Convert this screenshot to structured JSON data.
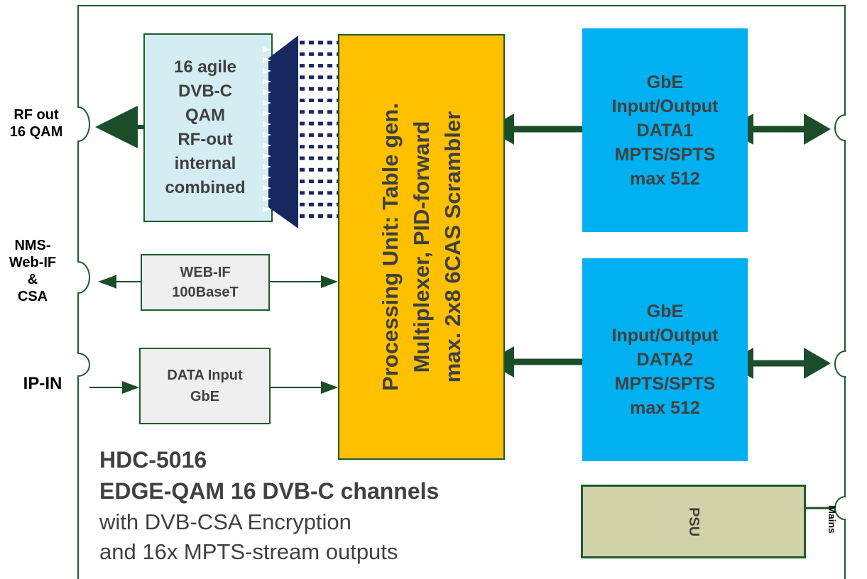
{
  "ports": {
    "rf_out": [
      "RF out",
      "16 QAM"
    ],
    "nms": [
      "NMS-",
      "Web-IF",
      "&",
      "CSA"
    ],
    "ip_in": "IP-IN",
    "mains": "Mains"
  },
  "blocks": {
    "qam": [
      "16 agile",
      "DVB-C",
      "QAM",
      "RF-out",
      "internal",
      "combined"
    ],
    "webif": [
      "WEB-IF",
      "100BaseT"
    ],
    "data_input": [
      "DATA Input",
      "GbE"
    ],
    "processing": [
      "Processing Unit: Table gen.",
      "Multiplexer, PID-forward",
      "max. 2x8 6CAS Scrambler"
    ],
    "gbe1": [
      "GbE",
      "Input/Output",
      "DATA1",
      "MPTS/SPTS",
      "max 512"
    ],
    "gbe2": [
      "GbE",
      "Input/Output",
      "DATA2",
      "MPTS/SPTS",
      "max 512"
    ],
    "psu": "PSU"
  },
  "title": {
    "model": "HDC-5016",
    "headline": "EDGE-QAM 16 DVB-C channels",
    "line1": "with DVB-CSA Encryption",
    "line2": "and 16x MPTS-stream outputs"
  },
  "colors": {
    "frame": "#1f5c2c",
    "arrow": "#1b4d2a",
    "qam_fill": "#d3edf2",
    "gray_fill": "#efefef",
    "processing_fill": "#ffc000",
    "gbe_fill": "#00b0f0",
    "psu_fill": "#d2d2aa",
    "connector": "#17275f"
  }
}
